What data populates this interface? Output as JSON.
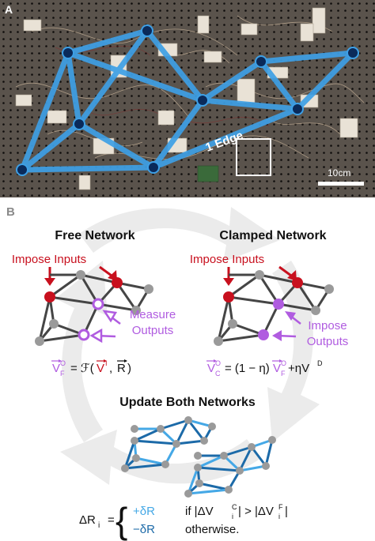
{
  "panel_a": {
    "label": "A",
    "edge_label": "1 Edge",
    "scale_label": "10cm",
    "colors": {
      "board": "#2b2724",
      "edge": "#3ea0e6",
      "node": "#0a2a5a"
    }
  },
  "panel_b": {
    "label": "B",
    "free": {
      "title": "Free Network",
      "inputs_label": "Impose Inputs",
      "outputs_line1": "Measure",
      "outputs_line2": "Outputs",
      "eq_lhs_sub": "F",
      "eq_rhs": "= ℱ(",
      "eq_vec_v": "V",
      "eq_sup_i": "I",
      "eq_comma": ",",
      "eq_vec_r": "R",
      "eq_close": ")"
    },
    "clamped": {
      "title": "Clamped Network",
      "inputs_label": "Impose Inputs",
      "outputs_line1": "Impose",
      "outputs_line2": "Outputs",
      "eq_lhs_sub": "C",
      "eq_mid": "= (1 − η)",
      "eq_tail": "+ηV",
      "eq_tail_sup": "D"
    },
    "update": {
      "title": "Update Both Networks",
      "lhs": "ΔR",
      "lhs_sub": "i",
      "eq": "=",
      "case1_value": "+δR",
      "case1_cond": "if |ΔV",
      "case1_cond_b": "| > |ΔV",
      "case1_cond_c": "|",
      "case2_value": "−δR",
      "case2_cond": "otherwise."
    },
    "colors": {
      "input": "#c8101e",
      "output": "#b05ce0",
      "node": "#9a9a9a",
      "edge": "#454545",
      "up": "#45a8e6",
      "down": "#1c6aa8",
      "arrow_bg": "#ebebeb"
    }
  }
}
